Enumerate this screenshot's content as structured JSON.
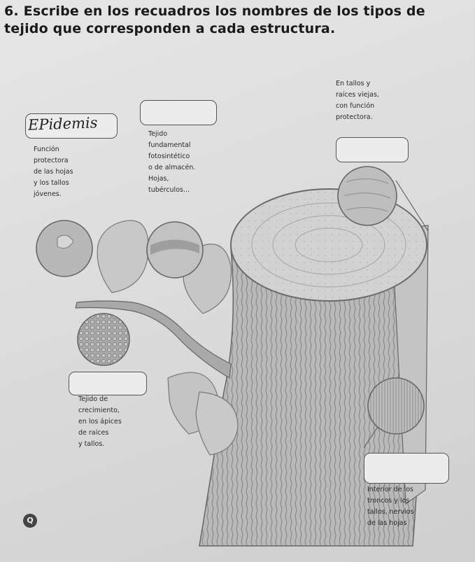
{
  "question": {
    "line1": "6. Escribe en los recuadros los nombres de los tipos de",
    "line2": "tejido que corresponden a cada estructura."
  },
  "handwritten_answer": "EPidemis",
  "notes": {
    "top_right": [
      "En tallos y",
      "raíces viejas,",
      "con función",
      "protectora."
    ],
    "left": [
      "Función",
      "protectora",
      "de las hojas",
      "y los tallos",
      "jóvenes."
    ],
    "center": [
      "Tejido",
      "fundamental",
      "fotosintético",
      "o de almacén.",
      "Hojas,",
      "tubérculos..."
    ],
    "bottom_left": [
      "Tejido de",
      "crecimiento,",
      "en los ápices",
      "de raíces",
      "y tallos."
    ],
    "bottom_right": [
      "Interior de los",
      "troncos y los",
      "tallos, nervios",
      "de las hojas"
    ]
  },
  "badge": "Q"
}
